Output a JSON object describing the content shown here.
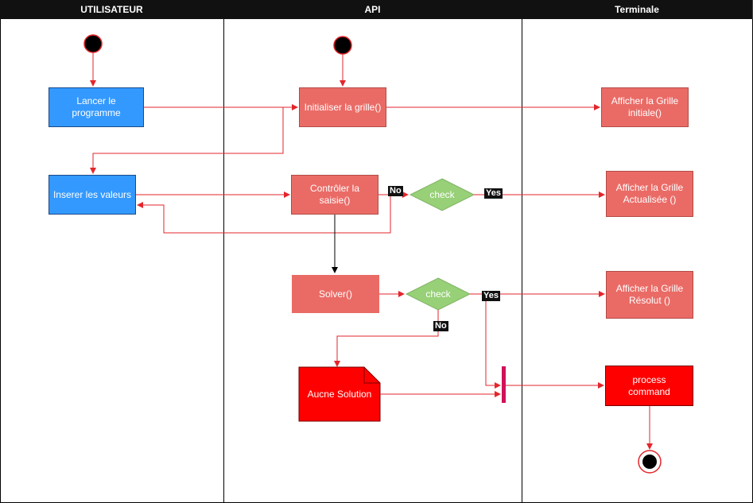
{
  "lanes": [
    {
      "title": "UTILISATEUR"
    },
    {
      "title": "API"
    },
    {
      "title": "Terminale"
    }
  ],
  "nodes": {
    "lancer": "Lancer le programme",
    "inserer": "Inserer les valeurs",
    "init_grille": "Initialiser la grille()",
    "controler": "Contrôler la saisie()",
    "solver": "Solver()",
    "aucune": "Aucne Solution",
    "afficher_initiale": "Afficher la Grille\ninitiale()",
    "afficher_actualisee": "Afficher la Grille\nActualisée ()",
    "afficher_resolut": "Afficher la Grille\nRésolut ()",
    "process": "process\ncommand"
  },
  "decisions": {
    "check1": "check",
    "check2": "check"
  },
  "edge_labels": {
    "no1": "No",
    "yes1": "Yes",
    "no2": "No",
    "yes2": "Yes"
  },
  "colors": {
    "edge_red": "#e3262b",
    "edge_black": "#000000",
    "blue_node": "#3399ff",
    "salmon_node": "#ea6b66",
    "red_node": "#ff0000",
    "decision_fill": "#97d077",
    "sync_bar": "#d0115a"
  }
}
